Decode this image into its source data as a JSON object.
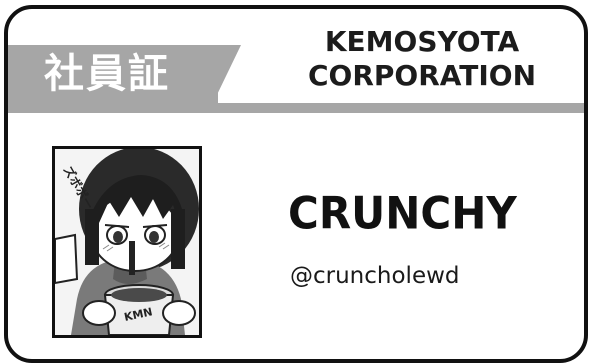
{
  "badge": {
    "label": "社員証"
  },
  "company": {
    "line1": "KEMOSYOTA",
    "line2": "CORPORATION"
  },
  "person": {
    "name": "CRUNCHY",
    "handle": "@cruncholewd",
    "portrait": {
      "sfx_text": "ズボボー",
      "cup_text": "KMN"
    }
  },
  "colors": {
    "band": "#a6a6a6",
    "border": "#111111",
    "background": "#ffffff"
  }
}
